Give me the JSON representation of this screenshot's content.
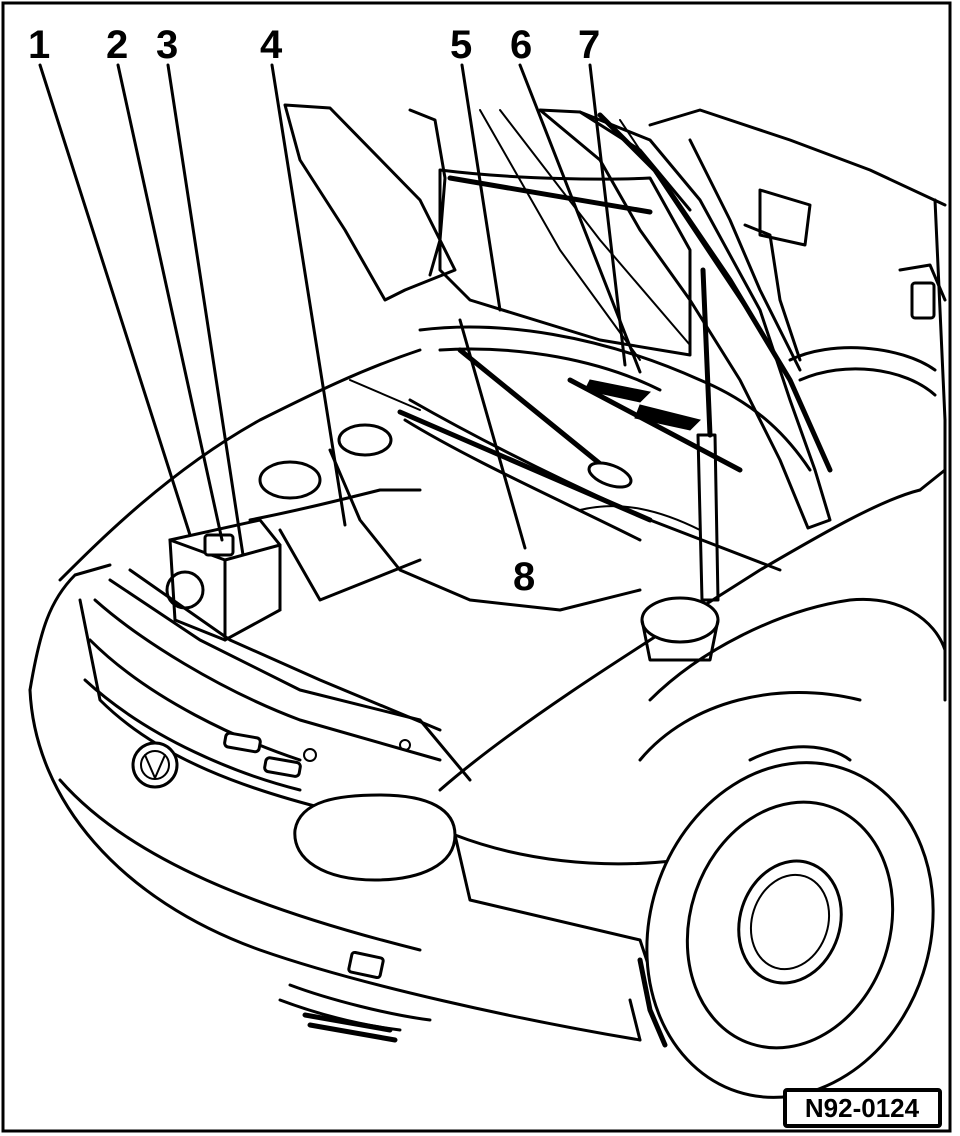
{
  "callouts": [
    {
      "id": "1",
      "label": "1"
    },
    {
      "id": "2",
      "label": "2"
    },
    {
      "id": "3",
      "label": "3"
    },
    {
      "id": "4",
      "label": "4"
    },
    {
      "id": "5",
      "label": "5"
    },
    {
      "id": "6",
      "label": "6"
    },
    {
      "id": "7",
      "label": "7"
    },
    {
      "id": "8",
      "label": "8"
    }
  ],
  "figure_code": "N92-0124",
  "colors": {
    "ink": "#000000",
    "paper": "#ffffff"
  }
}
